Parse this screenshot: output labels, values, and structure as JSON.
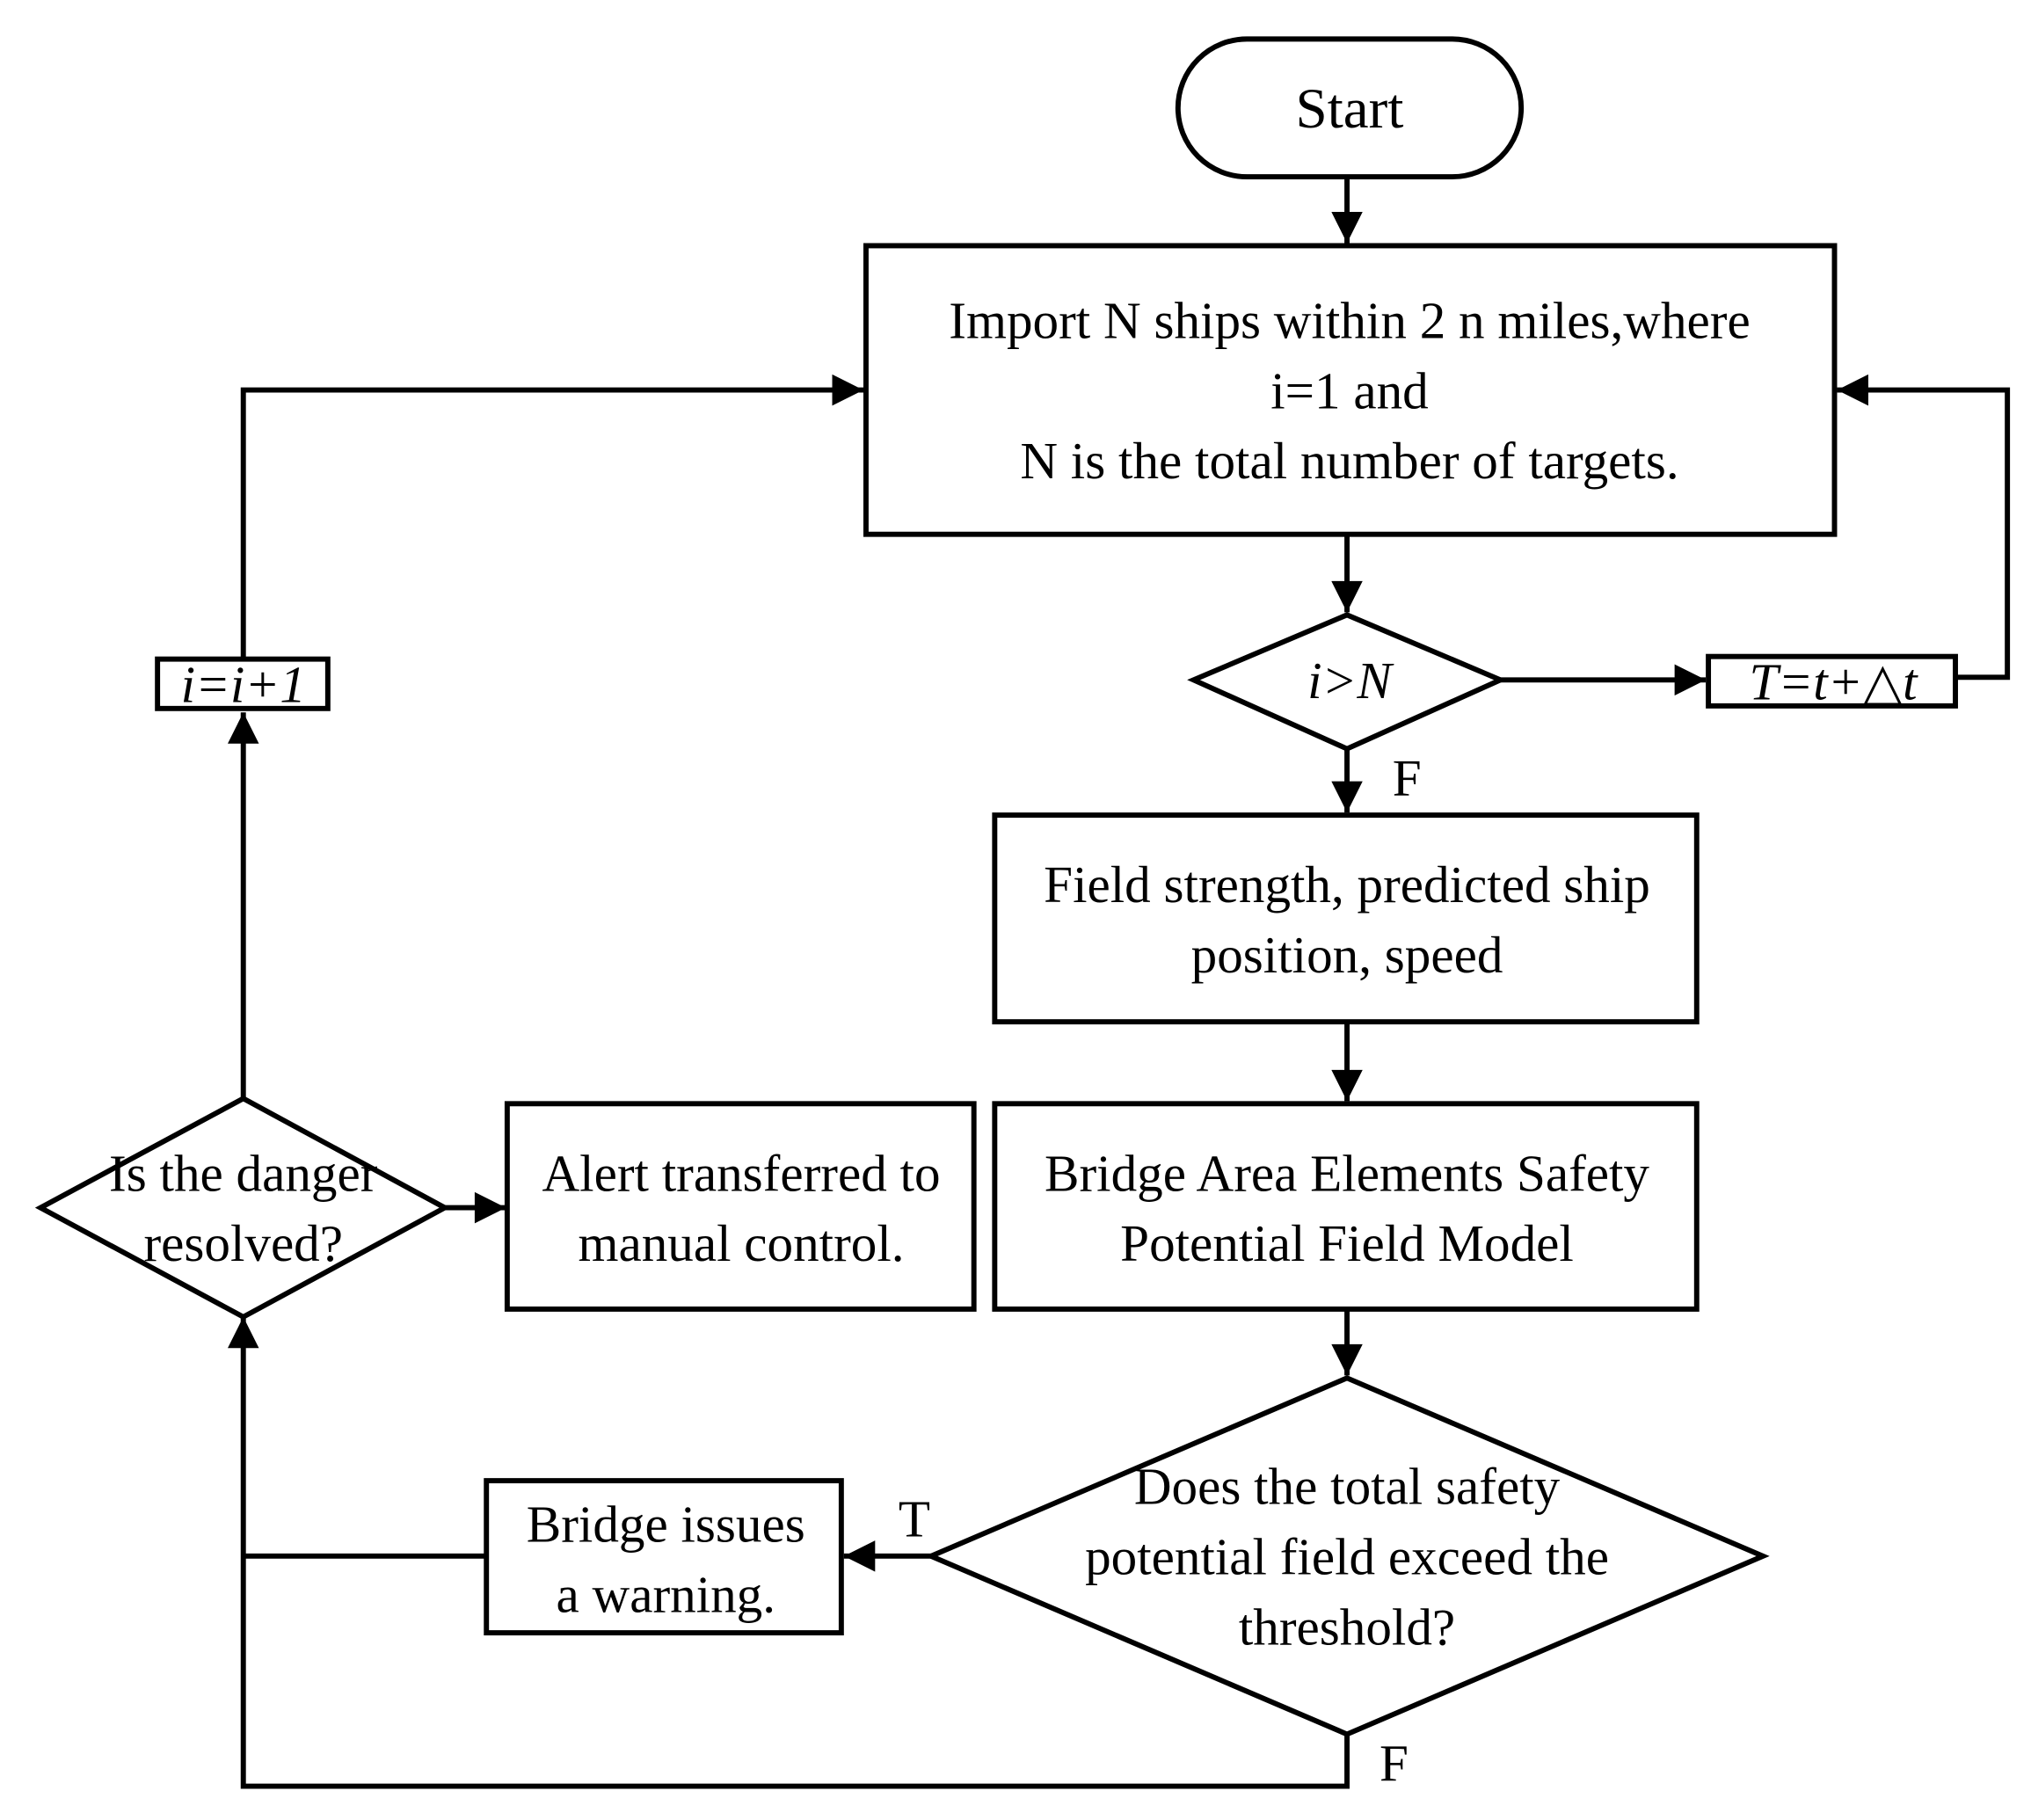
{
  "nodes": {
    "start": "Start",
    "import": [
      "Import N ships within 2 n miles,where",
      "i=1 and",
      "N is the total number of targets."
    ],
    "cond_i": "i>N",
    "time_step": "T=t+△t",
    "field": [
      "Field strength, predicted ship",
      "position, speed"
    ],
    "model": [
      "Bridge Area Elements Safety",
      "Potential Field Model"
    ],
    "threshold": [
      "Does the total safety",
      "potential field exceed the",
      "threshold?"
    ],
    "warning": [
      "Bridge issues",
      "a warning."
    ],
    "resolved": [
      "Is the danger",
      "resolved?"
    ],
    "alert": [
      "Alert transferred to",
      "manual control."
    ],
    "increment": "i=i+1"
  },
  "edge_labels": {
    "cond_false": "F",
    "threshold_true": "T",
    "threshold_false": "F"
  }
}
